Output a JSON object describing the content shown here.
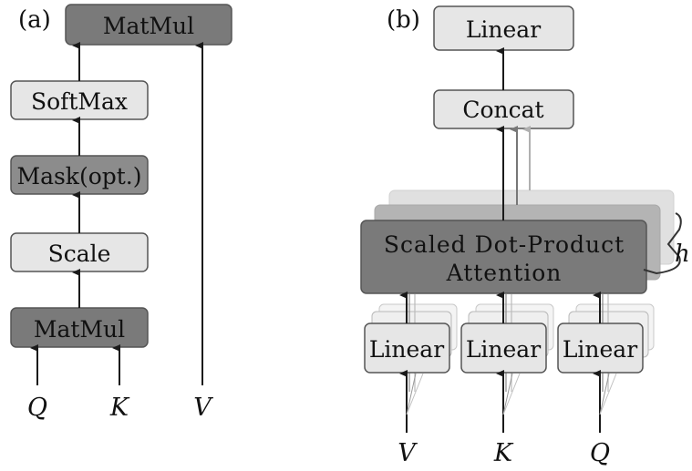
{
  "panel_a": {
    "tag": "(a)",
    "matmul_top": "MatMul",
    "softmax": "SoftMax",
    "mask": "Mask(opt.)",
    "scale": "Scale",
    "matmul_bottom": "MatMul",
    "input_q": "Q",
    "input_k": "K",
    "input_v": "V"
  },
  "panel_b": {
    "tag": "(b)",
    "linear_top": "Linear",
    "concat": "Concat",
    "attention_line1": "Scaled Dot-Product",
    "attention_line2": "Attention",
    "heads_label": "h",
    "linear_v": "Linear",
    "linear_k": "Linear",
    "linear_q": "Linear",
    "input_v": "V",
    "input_k": "K",
    "input_q": "Q"
  },
  "colors": {
    "dark_box": "#7a7a7a",
    "light_box": "#e6e6e6",
    "mid_box": "#8c8c8c",
    "stroke": "#555555",
    "arrow": "#1a1a1a"
  }
}
